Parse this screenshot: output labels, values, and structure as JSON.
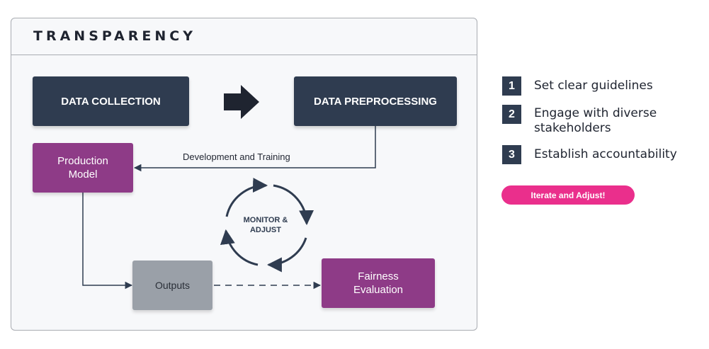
{
  "panel": {
    "title": "TRANSPARENCY"
  },
  "nodes": {
    "data_collection": "DATA COLLECTION",
    "data_preprocessing": "DATA PREPROCESSING",
    "production_model": [
      "Production",
      "Model"
    ],
    "outputs": "Outputs",
    "fairness_evaluation": [
      "Fairness",
      "Evaluation"
    ]
  },
  "edges": {
    "development_training": "Development and Training"
  },
  "cycle": {
    "label": [
      "MONITOR &",
      "ADJUST"
    ]
  },
  "steps": [
    {
      "number": "1",
      "text": "Set clear guidelines"
    },
    {
      "number": "2",
      "text": "Engage with diverse stakeholders"
    },
    {
      "number": "3",
      "text": "Establish accountability"
    }
  ],
  "action": {
    "label": "Iterate and Adjust!"
  },
  "colors": {
    "dark_box": "#2f3c50",
    "purple_box": "#8e3b87",
    "gray_box": "#9aa0a8",
    "accent_pink": "#ea2f8c"
  }
}
